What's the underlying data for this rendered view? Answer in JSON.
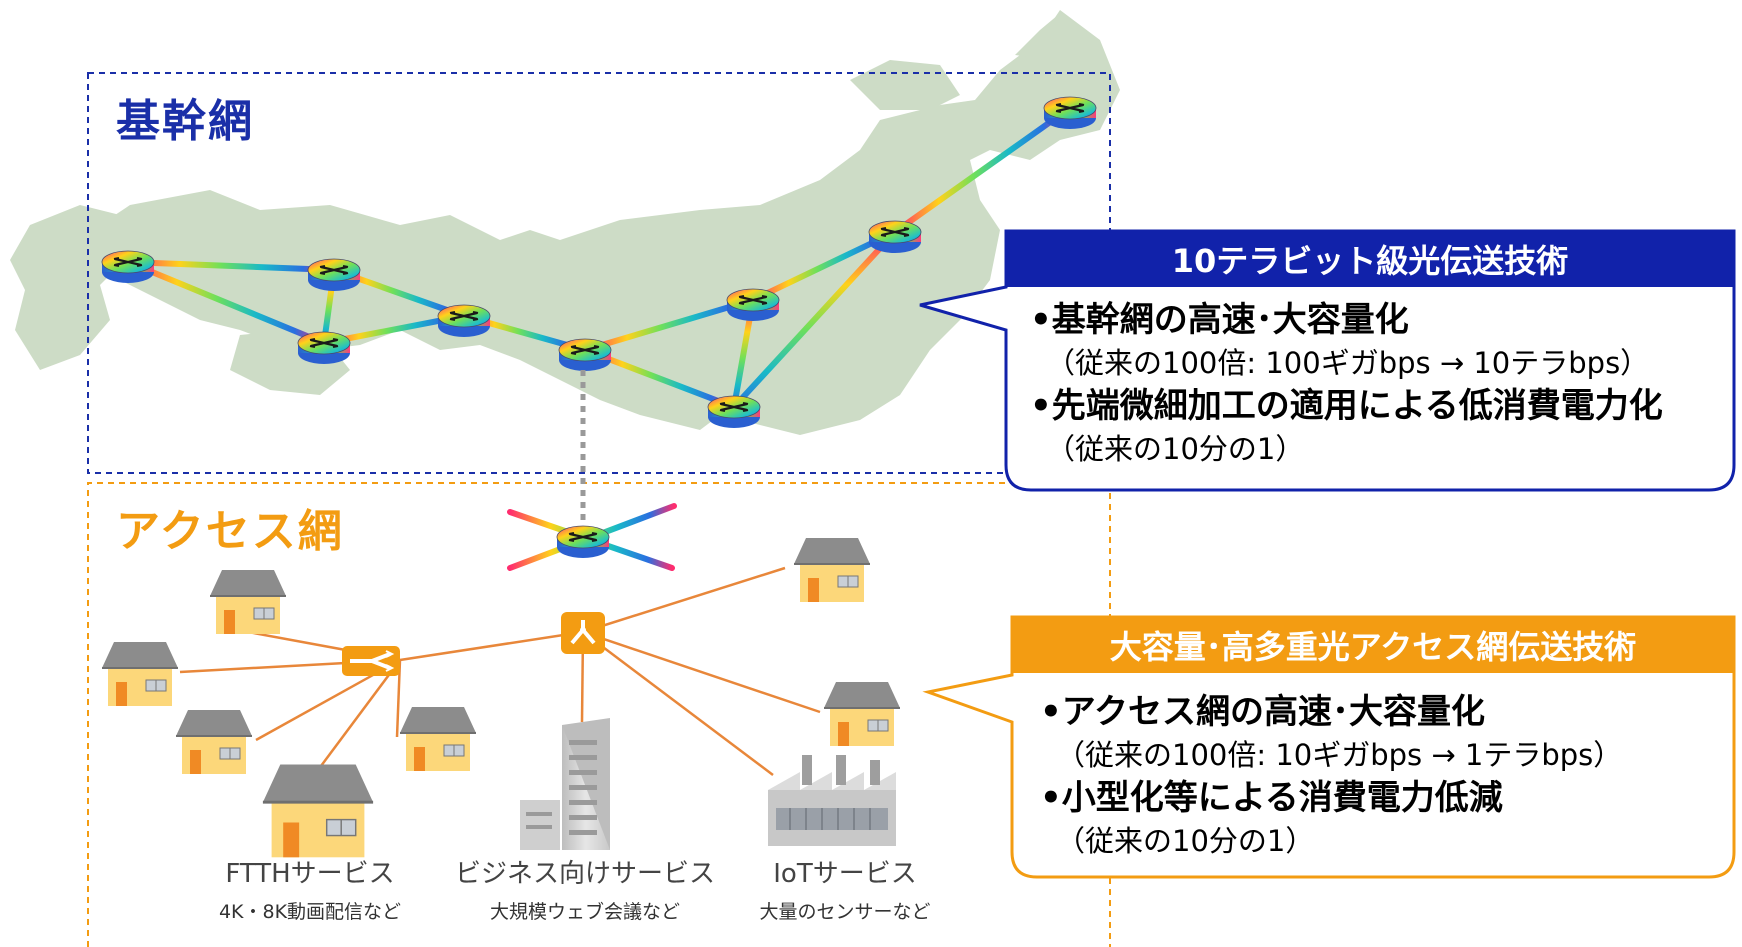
{
  "backbone": {
    "title": "基幹網",
    "callout": {
      "heading": "10テラビット級光伝送技術",
      "point1": "•基幹網の高速･大容量化",
      "point1_detail": "（従来の100倍: 100ギガbps → 10テラbps）",
      "point2": "•先端微細加工の適用による低消費電力化",
      "point2_detail": "（従来の10分の1）"
    }
  },
  "access": {
    "title": "アクセス網",
    "callout": {
      "heading": "大容量･高多重光アクセス網伝送技術",
      "point1": "•アクセス網の高速･大容量化",
      "point1_detail": "（従来の100倍: 10ギガbps → 1テラbps）",
      "point2": "•小型化等による消費電力低減",
      "point2_detail": "（従来の10分の1）"
    },
    "services": [
      {
        "name": "FTTHサービス",
        "example": "4K・8K動画配信など"
      },
      {
        "name": "ビジネス向けサービス",
        "example": "大規模ウェブ会議など"
      },
      {
        "name": "IoTサービス",
        "example": "大量のセンサーなど"
      }
    ]
  },
  "colors": {
    "backbone_blue": "#1a2fa8",
    "callout_blue": "#1122aa",
    "access_orange": "#f39c12",
    "map_green": "#cddcc6",
    "fiber_orange": "#e8873a"
  },
  "icons": [
    "router-icon",
    "optical-splitter-icon",
    "house-icon",
    "office-building-icon",
    "factory-icon"
  ]
}
